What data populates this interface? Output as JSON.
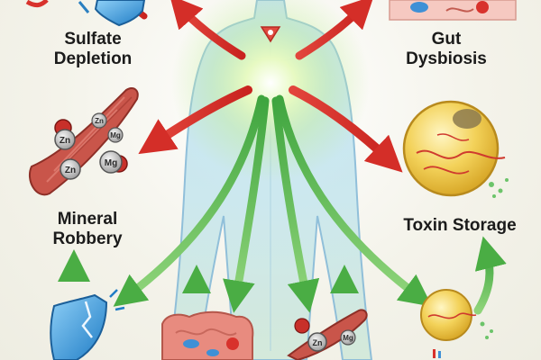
{
  "labels": {
    "sulfate": [
      "Sulfate",
      "Depletion"
    ],
    "gut": [
      "Gut",
      "Dysbiosis"
    ],
    "mineral": [
      "Mineral",
      "Robbery"
    ],
    "toxin": "Toxin Storage"
  },
  "minerals": {
    "zn": "Zn",
    "mg": "Mg"
  },
  "icons": {
    "shield": "shield-icon",
    "broken_shield": "broken-shield-icon",
    "muscle": "muscle-fiber-icon",
    "fat_cell": "fat-cell-icon",
    "intestine": "intestine-icon",
    "crab": "crab-icon"
  },
  "colors": {
    "red_arrow": "#d8322c",
    "green_arrow": "#4cae4c",
    "body": "#7fb6d6",
    "glow": "#d9f3a8",
    "shield": "#3a9ad9",
    "muscle": "#c9554a",
    "fat": "#f1cf4a"
  }
}
